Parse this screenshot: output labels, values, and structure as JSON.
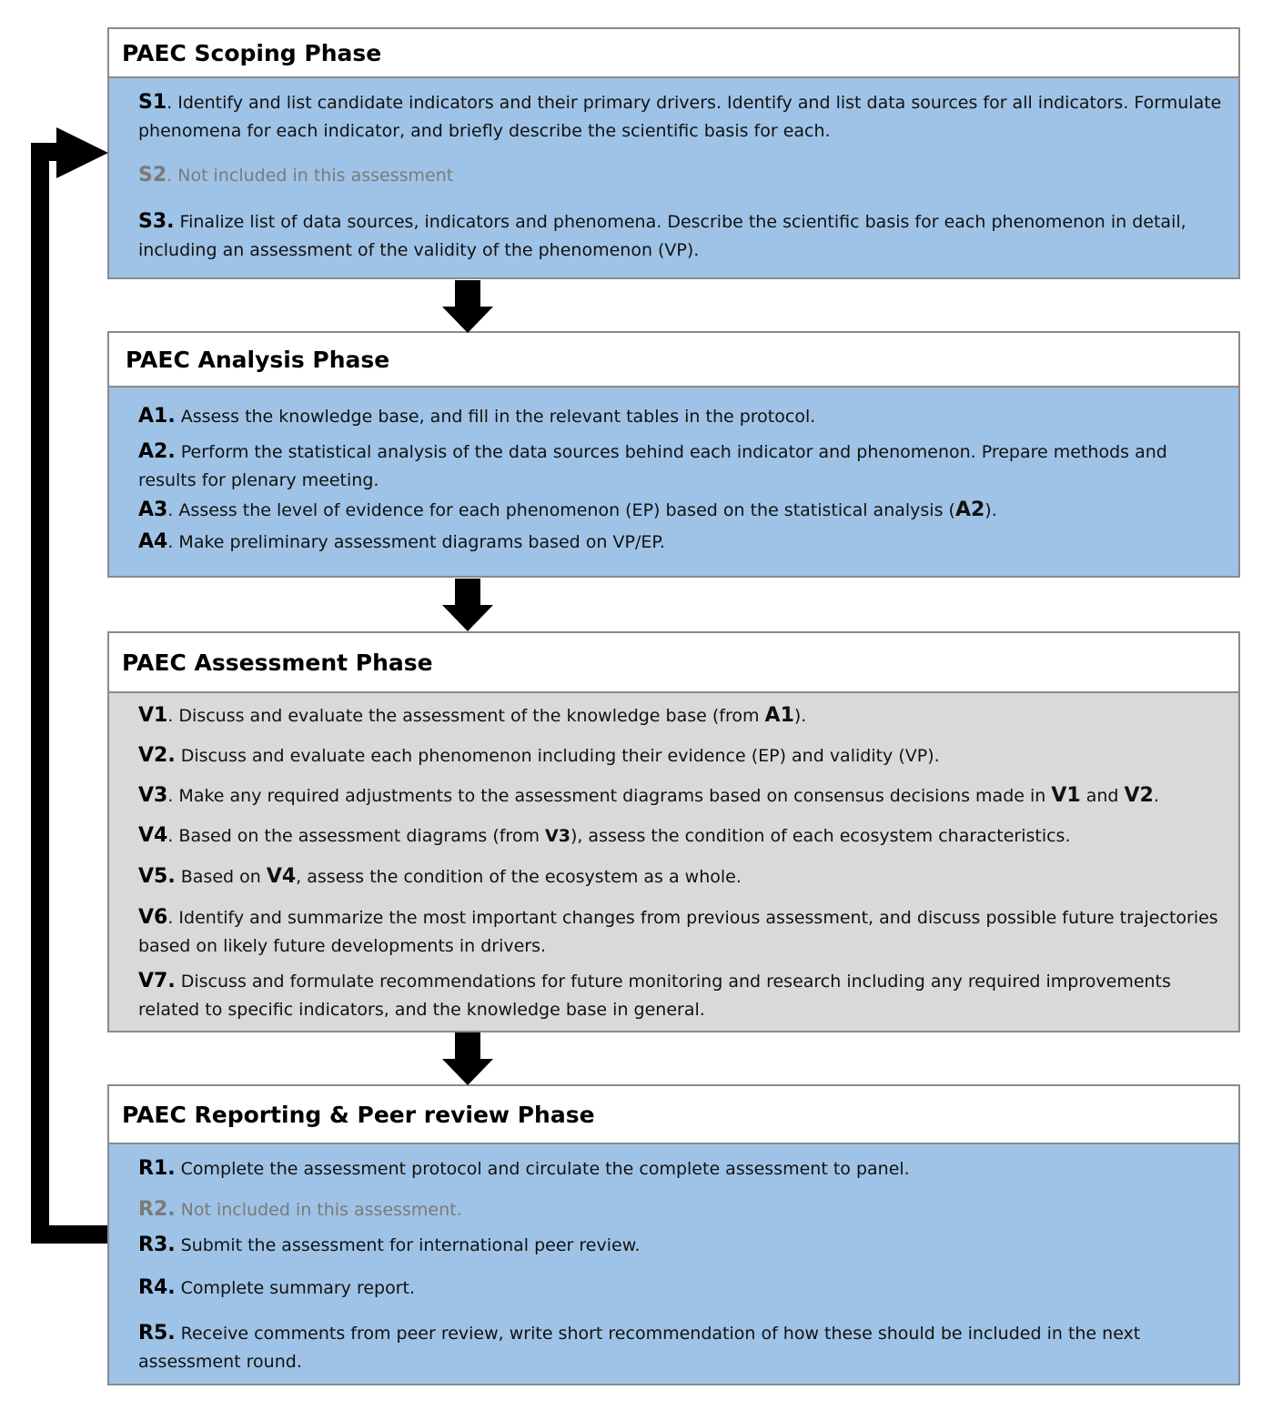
{
  "phases": {
    "scoping": {
      "title": "PAEC Scoping Phase",
      "s1": {
        "code": "S1",
        "text": ". Identify and list candidate indicators and their primary drivers. Identify and list data sources for all indicators. Formulate phenomena for each indicator, and briefly describe the scientific basis for each."
      },
      "s2": {
        "code": "S2",
        "text": ". Not included in this assessment"
      },
      "s3": {
        "code": "S3.",
        "text": " Finalize list of data sources, indicators and phenomena. Describe the scientific basis for each phenomenon in detail, including an assessment of the validity of the phenomenon (VP)."
      }
    },
    "analysis": {
      "title": "PAEC Analysis Phase",
      "a1": {
        "code": "A1.",
        "text": " Assess the knowledge base, and fill in the relevant tables in the protocol."
      },
      "a2": {
        "code": "A2.",
        "text": " Perform the statistical analysis of the data sources behind each indicator and phenomenon. Prepare methods and results for plenary meeting."
      },
      "a3": {
        "code": "A3",
        "text": ". Assess the level of evidence for each phenomenon (EP) based on the statistical analysis (",
        "ref": "A2",
        "tail": ")."
      },
      "a4": {
        "code": "A4",
        "text": ". Make preliminary assessment diagrams based on VP/EP."
      }
    },
    "assessment": {
      "title": "PAEC Assessment Phase",
      "v1": {
        "code": "V1",
        "text": ". Discuss and evaluate the assessment of the knowledge base (from ",
        "ref": "A1",
        "tail": ")."
      },
      "v2": {
        "code": "V2.",
        "text": " Discuss and evaluate each phenomenon including their evidence (EP) and validity (VP)."
      },
      "v3": {
        "code": "V3",
        "text": ". Make any required adjustments to the assessment diagrams based on consensus decisions made in ",
        "ref1": "V1",
        "mid": " and ",
        "ref2": "V2",
        "tail": "."
      },
      "v4": {
        "code": "V4",
        "text": ". Based on the assessment diagrams (from ",
        "ref": "V3",
        "tail": "), assess the condition of each ecosystem characteristics."
      },
      "v5": {
        "code": "V5.",
        "text": " Based on ",
        "ref": "V4",
        "tail": ", assess the condition of the ecosystem as a whole."
      },
      "v6": {
        "code": "V6",
        "text": ". Identify and summarize the most important changes from previous assessment, and discuss possible future trajectories based on likely future developments in drivers."
      },
      "v7": {
        "code": "V7.",
        "text": " Discuss and formulate recommendations for future monitoring and research including any required improvements related to specific indicators, and the knowledge base in general."
      }
    },
    "reporting": {
      "title": "PAEC Reporting & Peer review Phase",
      "r1": {
        "code": "R1.",
        "text": " Complete the assessment protocol and circulate the complete assessment to panel."
      },
      "r2": {
        "code": "R2.",
        "text": " Not included in this assessment."
      },
      "r3": {
        "code": "R3.",
        "text": " Submit the assessment for international peer review."
      },
      "r4": {
        "code": "R4.",
        "text": " Complete summary report."
      },
      "r5": {
        "code": "R5.",
        "text": " Receive comments from peer review, write short recommendation of how these should be included in the next assessment round."
      }
    }
  },
  "colors": {
    "blue_body": "#9fc3e6",
    "grey_body": "#d9d9d9",
    "muted_text": "#7a7a7a",
    "arrow": "#000000"
  }
}
